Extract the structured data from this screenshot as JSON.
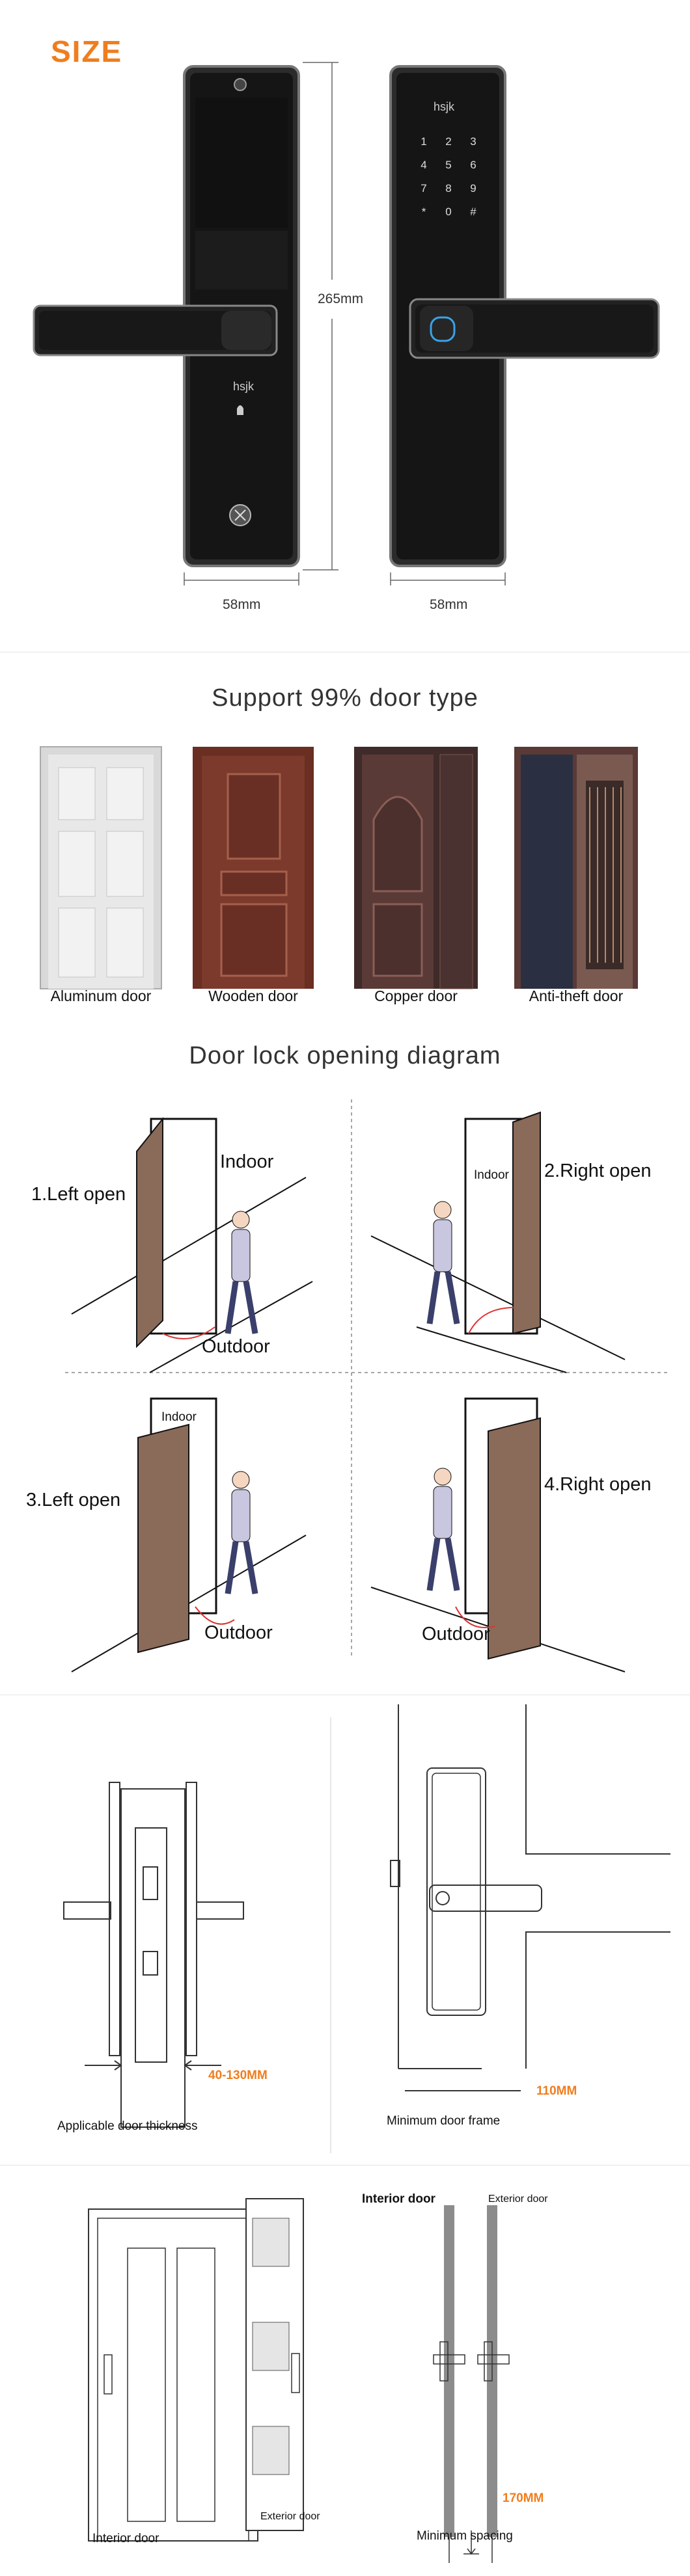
{
  "size": {
    "title": "SIZE",
    "height_label": "265mm",
    "width_label_left": "58mm",
    "width_label_right": "58mm",
    "brand": "hsjk",
    "keypad": [
      "1",
      "2",
      "3",
      "4",
      "5",
      "6",
      "7",
      "8",
      "9",
      "*",
      "0",
      "#"
    ]
  },
  "door_types": {
    "title": "Support 99% door type",
    "items": [
      {
        "label": "Aluminum door"
      },
      {
        "label": "Wooden door"
      },
      {
        "label": "Copper door"
      },
      {
        "label": "Anti-theft door"
      }
    ]
  },
  "opening": {
    "title": "Door lock opening diagram",
    "panels": [
      {
        "label": "1.Left open",
        "top_label": "Indoor",
        "bottom_label": "Outdoor"
      },
      {
        "label": "2.Right open",
        "top_label": "Indoor",
        "bottom_label": ""
      },
      {
        "label": "3.Left open",
        "top_label": "Indoor",
        "bottom_label": "Outdoor"
      },
      {
        "label": "4.Right open",
        "top_label": "",
        "bottom_label": "Outdoor"
      }
    ]
  },
  "thickness": {
    "range": "40-130MM",
    "caption": "Applicable door thickness",
    "frame_value": "110MM",
    "frame_caption": "Minimum door frame"
  },
  "spacing": {
    "interior_top": "Interior door",
    "exterior_top": "Exterior door",
    "value": "170MM",
    "caption": "Minimum spacing",
    "interior_bottom": "Interior door",
    "exterior_bottom": "Exterior door"
  },
  "colors": {
    "accent": "#f07d1e",
    "lock_body": "#1b1b1b",
    "wood": "#8a6a58"
  }
}
